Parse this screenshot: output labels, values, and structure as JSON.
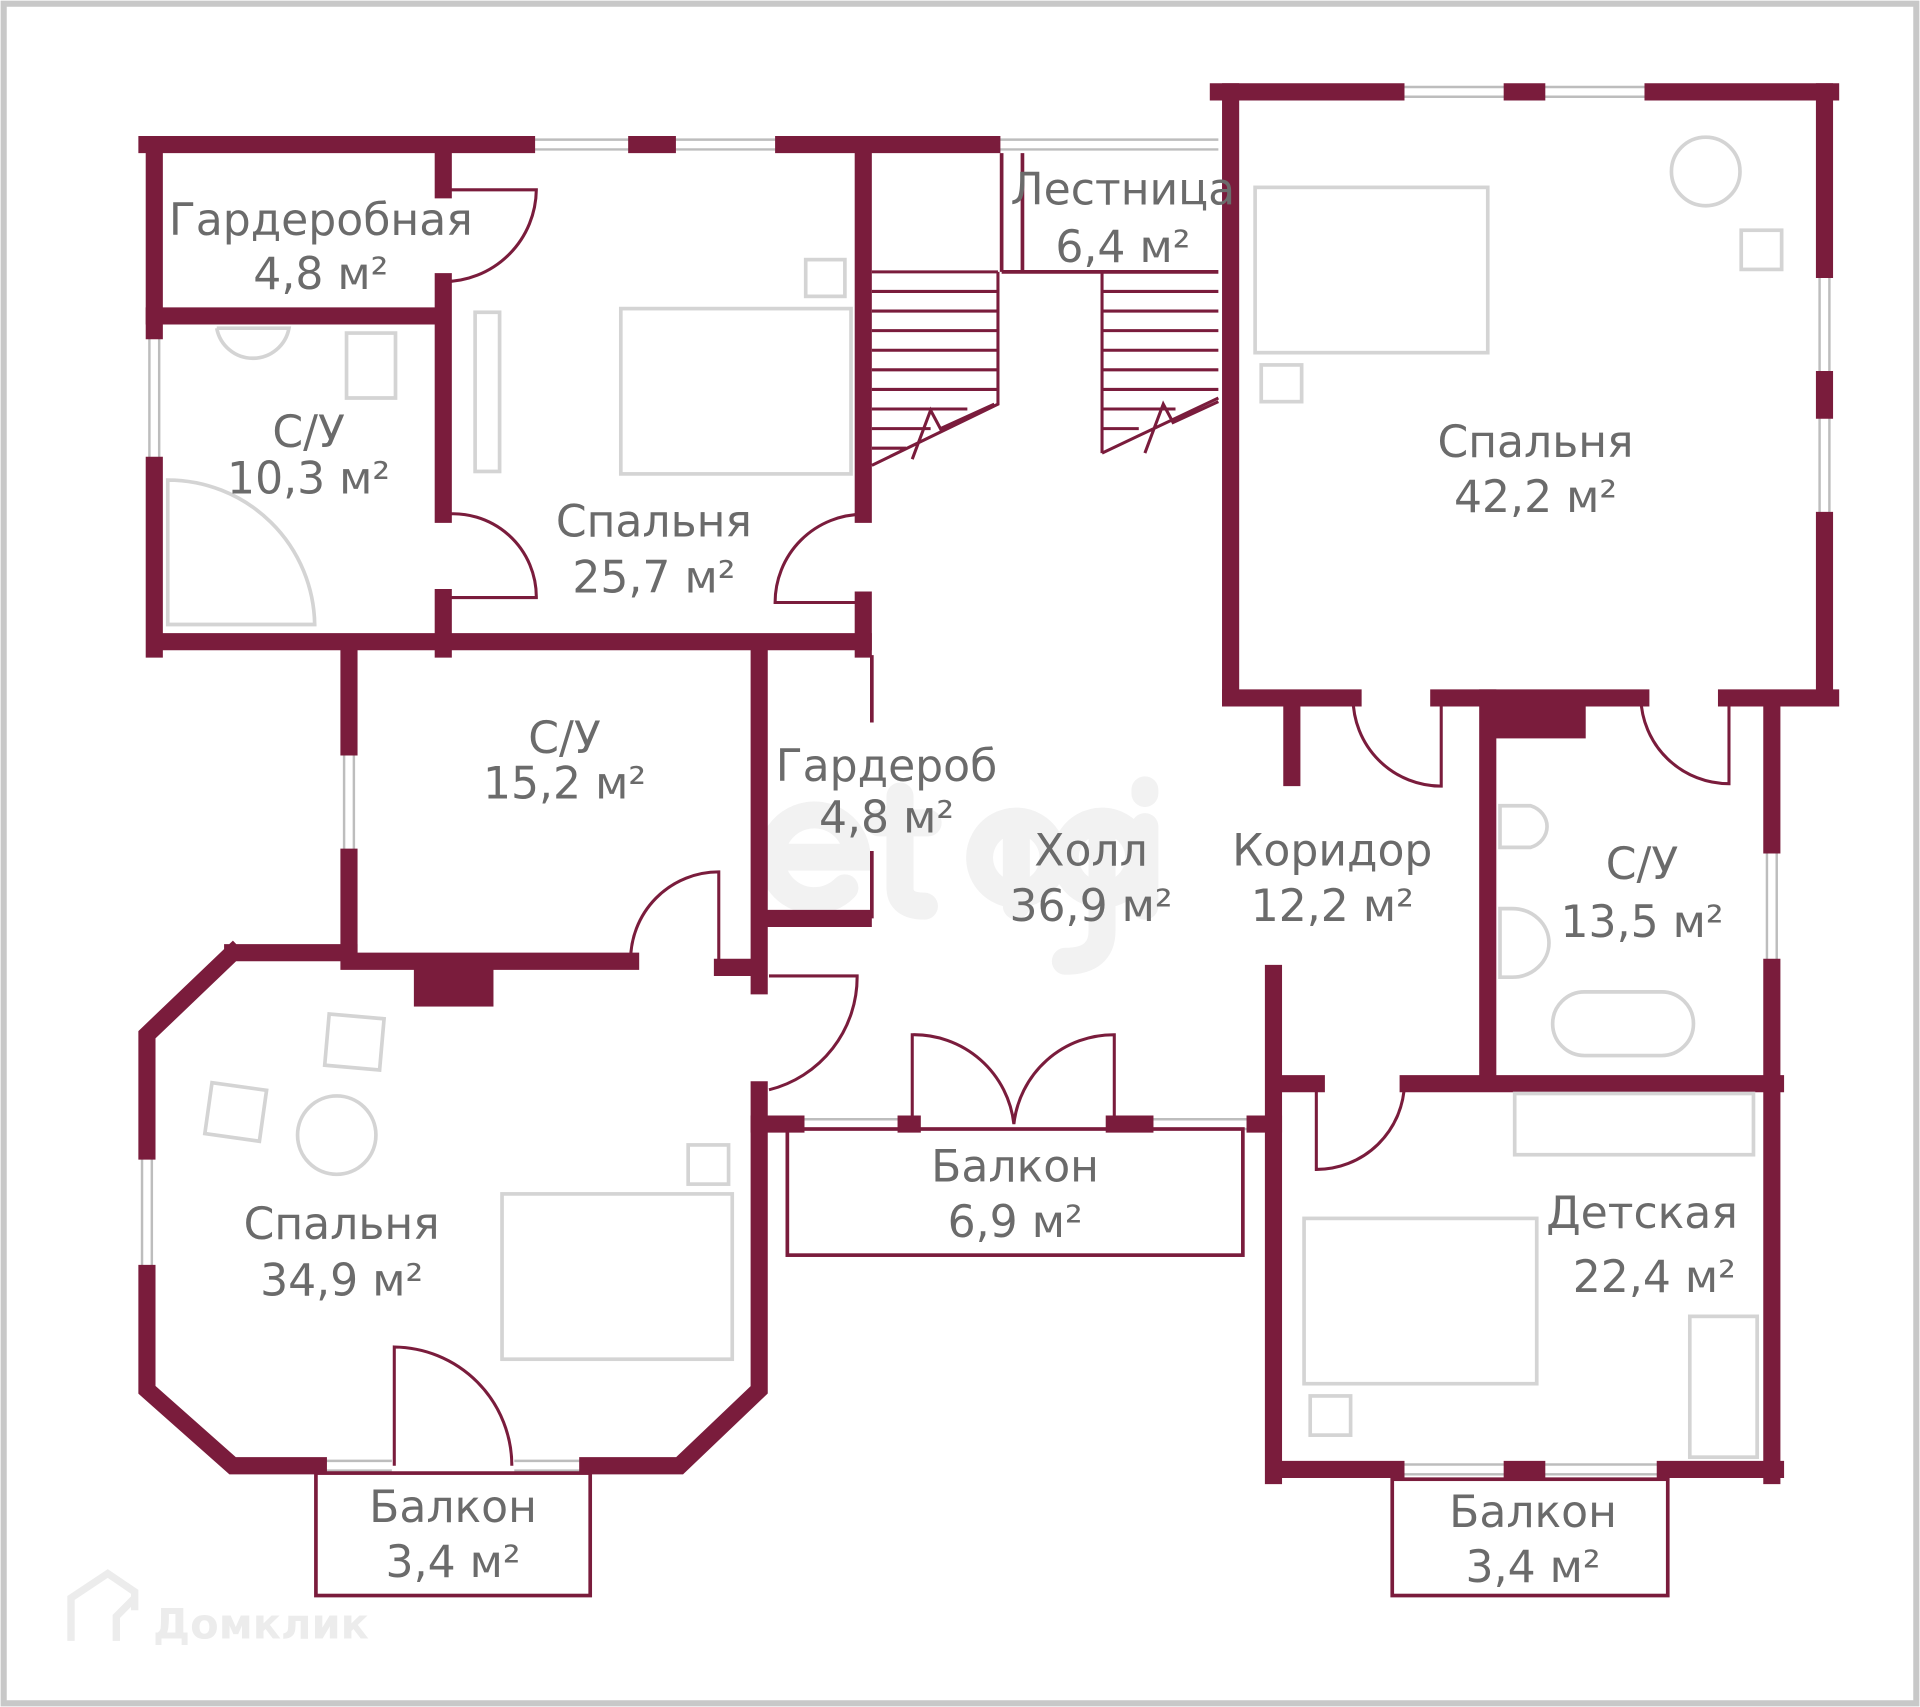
{
  "title": "Floor plan",
  "colors": {
    "wall": "#7a1c3c",
    "text": "#6b6b6b",
    "frame": "#c8c8c8"
  },
  "rooms": [
    {
      "name": "Гардеробная",
      "area": "4,8 м²"
    },
    {
      "name": "С/У",
      "area": "10,3 м²"
    },
    {
      "name": "Спальня",
      "area": "25,7 м²"
    },
    {
      "name": "Лестница",
      "area": "6,4 м²"
    },
    {
      "name": "Спальня",
      "area": "42,2 м²"
    },
    {
      "name": "С/У",
      "area": "15,2 м²"
    },
    {
      "name": "Гардероб",
      "area": "4,8 м²"
    },
    {
      "name": "Холл",
      "area": "36,9 м²"
    },
    {
      "name": "Коридор",
      "area": "12,2 м²"
    },
    {
      "name": "С/У",
      "area": "13,5 м²"
    },
    {
      "name": "Спальня",
      "area": "34,9 м²"
    },
    {
      "name": "Балкон",
      "area": "6,9 м²"
    },
    {
      "name": "Детская",
      "area": "22,4 м²"
    },
    {
      "name": "Балкон",
      "area": "3,4 м²"
    },
    {
      "name": "Балкон",
      "area": "3,4 м²"
    }
  ],
  "watermarks": {
    "center": "etagi",
    "corner": "Домклик"
  }
}
